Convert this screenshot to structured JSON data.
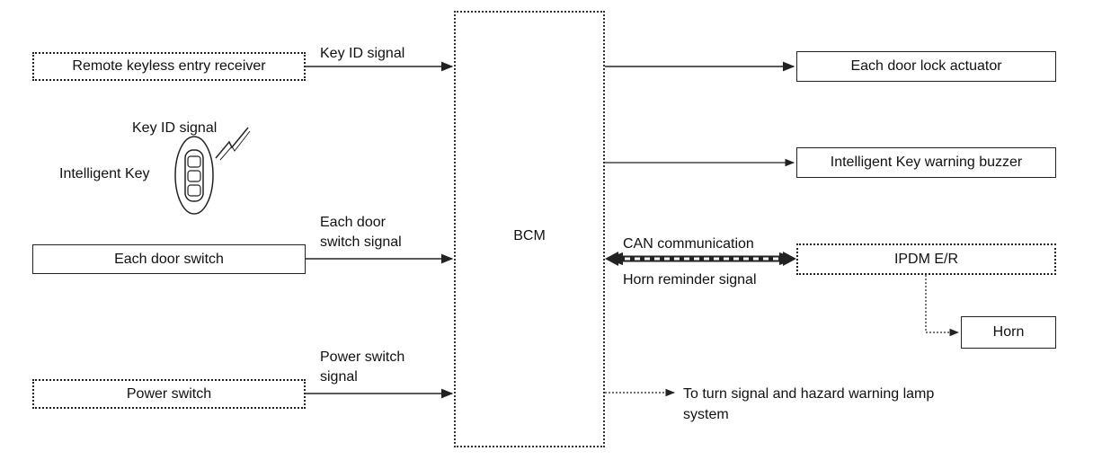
{
  "bcm": {
    "label": "BCM"
  },
  "inputs": {
    "remote_receiver": {
      "label": "Remote keyless entry receiver",
      "signal": "Key ID signal"
    },
    "intelligent_key": {
      "label": "Intelligent Key",
      "signal": "Key ID signal"
    },
    "door_switch": {
      "label": "Each door switch",
      "signal_line1": "Each door",
      "signal_line2": "switch signal"
    },
    "power_switch": {
      "label": "Power switch",
      "signal_line1": "Power switch",
      "signal_line2": "signal"
    }
  },
  "outputs": {
    "door_lock_actuator": {
      "label": "Each door lock actuator"
    },
    "warning_buzzer": {
      "label": "Intelligent Key warning buzzer"
    },
    "ipdm": {
      "label": "IPDM E/R",
      "comm_label": "CAN communication",
      "signal_label": "Horn reminder signal"
    },
    "horn": {
      "label": "Horn"
    },
    "turn_signal": {
      "line1": "To turn signal and hazard warning lamp",
      "line2": "system"
    }
  },
  "colors": {
    "line": "#222222",
    "box_border": "#222222",
    "background": "#ffffff"
  }
}
